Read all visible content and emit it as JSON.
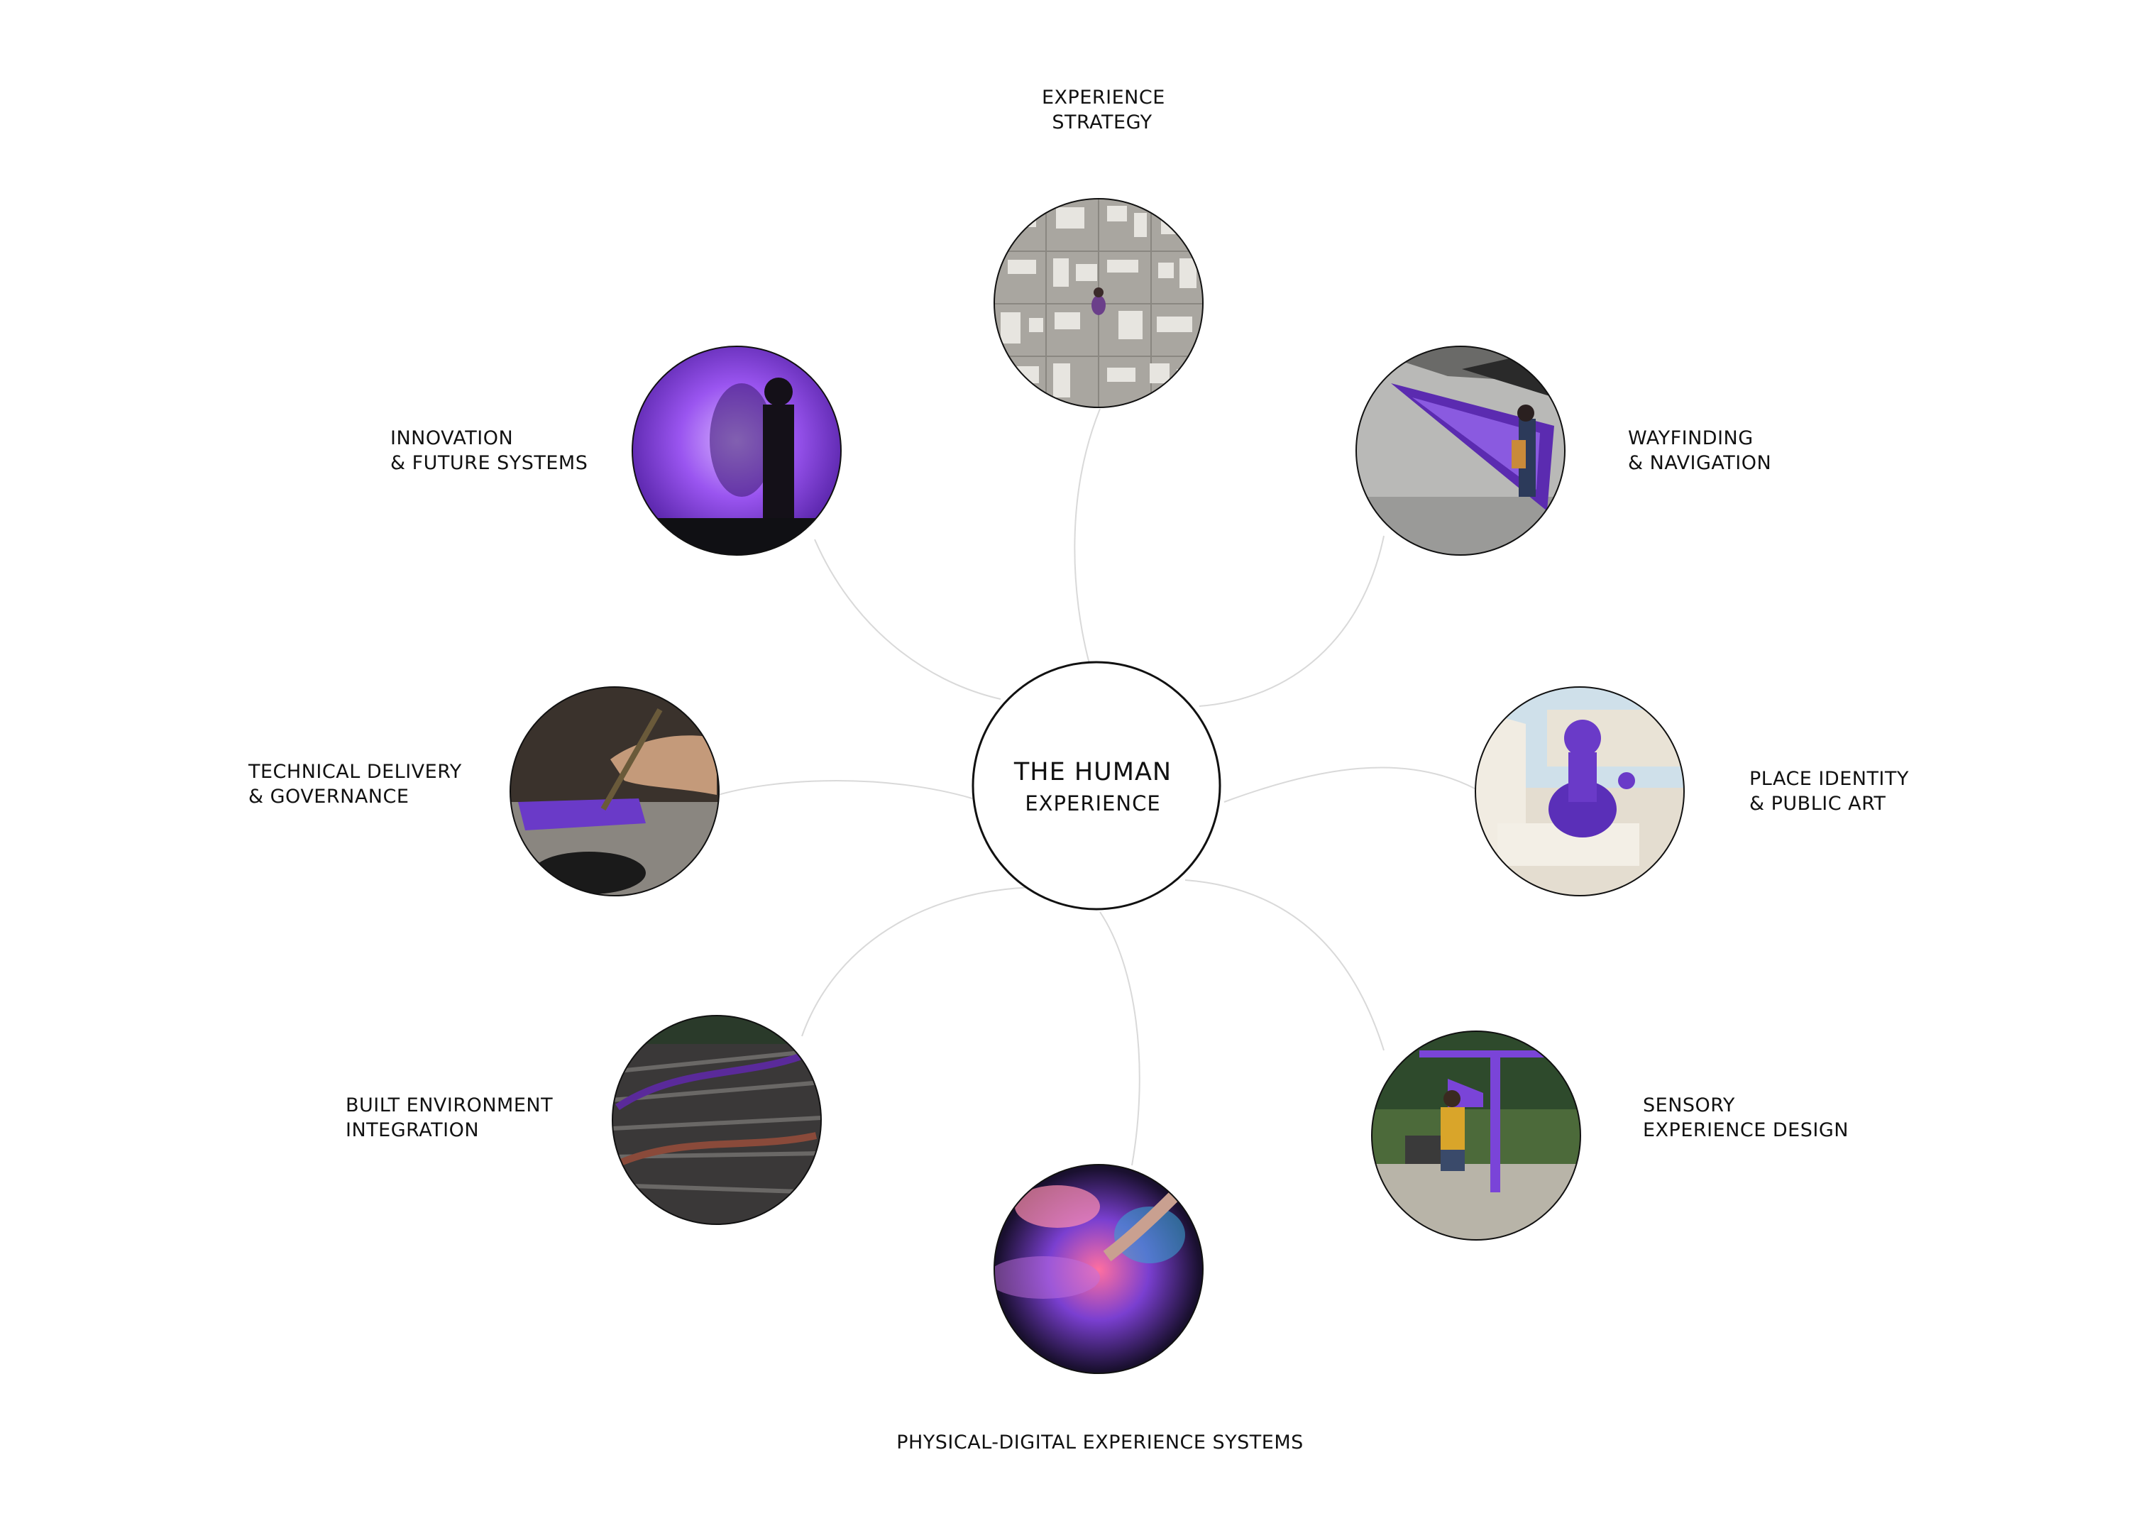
{
  "center": {
    "line1": "THE HUMAN",
    "line2": "EXPERIENCE"
  },
  "nodes": [
    {
      "id": "experience-strategy",
      "lines": [
        "EXPERIENCE",
        "STRATEGY"
      ],
      "image": "concrete-grid-photo"
    },
    {
      "id": "wayfinding",
      "lines": [
        "WAYFINDING",
        "& NAVIGATION"
      ],
      "image": "gallery-visitor-photo"
    },
    {
      "id": "place-identity",
      "lines": [
        "PLACE IDENTITY",
        "& PUBLIC ART"
      ],
      "image": "purple-sculpture-photo"
    },
    {
      "id": "sensory",
      "lines": [
        "SENSORY",
        "EXPERIENCE DESIGN"
      ],
      "image": "park-listening-horn-photo"
    },
    {
      "id": "physical-digital",
      "lines": [
        "PHYSICAL-DIGITAL EXPERIENCE SYSTEMS"
      ],
      "image": "interactive-projection-photo"
    },
    {
      "id": "built-environment",
      "lines": [
        "BUILT ENVIRONMENT",
        "INTEGRATION"
      ],
      "image": "timber-canopy-photo"
    },
    {
      "id": "technical-delivery",
      "lines": [
        "TECHNICAL DELIVERY",
        "& GOVERNANCE"
      ],
      "image": "drafting-hand-photo"
    },
    {
      "id": "innovation",
      "lines": [
        "INNOVATION",
        "& FUTURE SYSTEMS"
      ],
      "image": "purple-light-wall-photo"
    }
  ],
  "colors": {
    "accent_purple": "#7b3fe4",
    "connector": "#d9d9d9",
    "outline": "#111111",
    "text": "#111111"
  }
}
